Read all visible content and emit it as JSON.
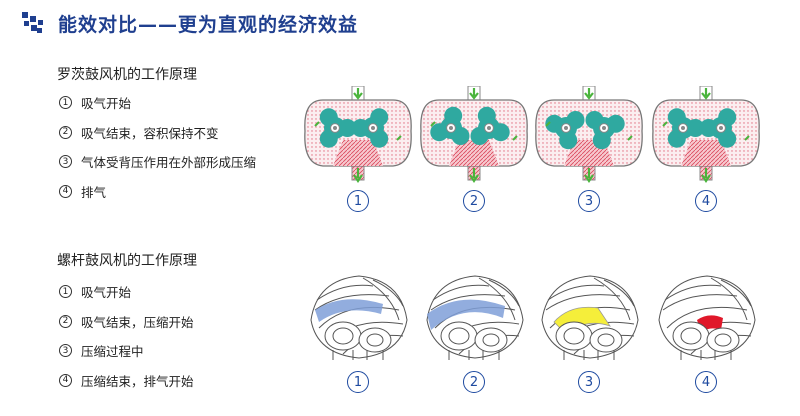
{
  "header": {
    "title": "能效对比——更为直观的经济效益",
    "accent_color": "#1f3f8f"
  },
  "roots": {
    "title": "罗茨鼓风机的工作原理",
    "steps": [
      {
        "num": "1",
        "text": "吸气开始"
      },
      {
        "num": "2",
        "text": "吸气结束，容积保持不变"
      },
      {
        "num": "3",
        "text": "气体受背压作用在外部形成压缩"
      },
      {
        "num": "4",
        "text": "排气"
      }
    ],
    "stages": [
      "1",
      "2",
      "3",
      "4"
    ]
  },
  "screw": {
    "title": "螺杆鼓风机的工作原理",
    "steps": [
      {
        "num": "1",
        "text": "吸气开始"
      },
      {
        "num": "2",
        "text": "吸气结束，压缩开始"
      },
      {
        "num": "3",
        "text": "压缩过程中"
      },
      {
        "num": "4",
        "text": "压缩结束，排气开始"
      }
    ],
    "stages": [
      "1",
      "2",
      "3",
      "4"
    ],
    "highlight_colors": [
      "#7f9fd8",
      "#7f9fd8",
      "#f5ee3a",
      "#e0182a"
    ]
  },
  "colors": {
    "rotor": "#2fa9a0",
    "arrow": "#4ab43c",
    "stage_number": "#1e4aa0"
  }
}
